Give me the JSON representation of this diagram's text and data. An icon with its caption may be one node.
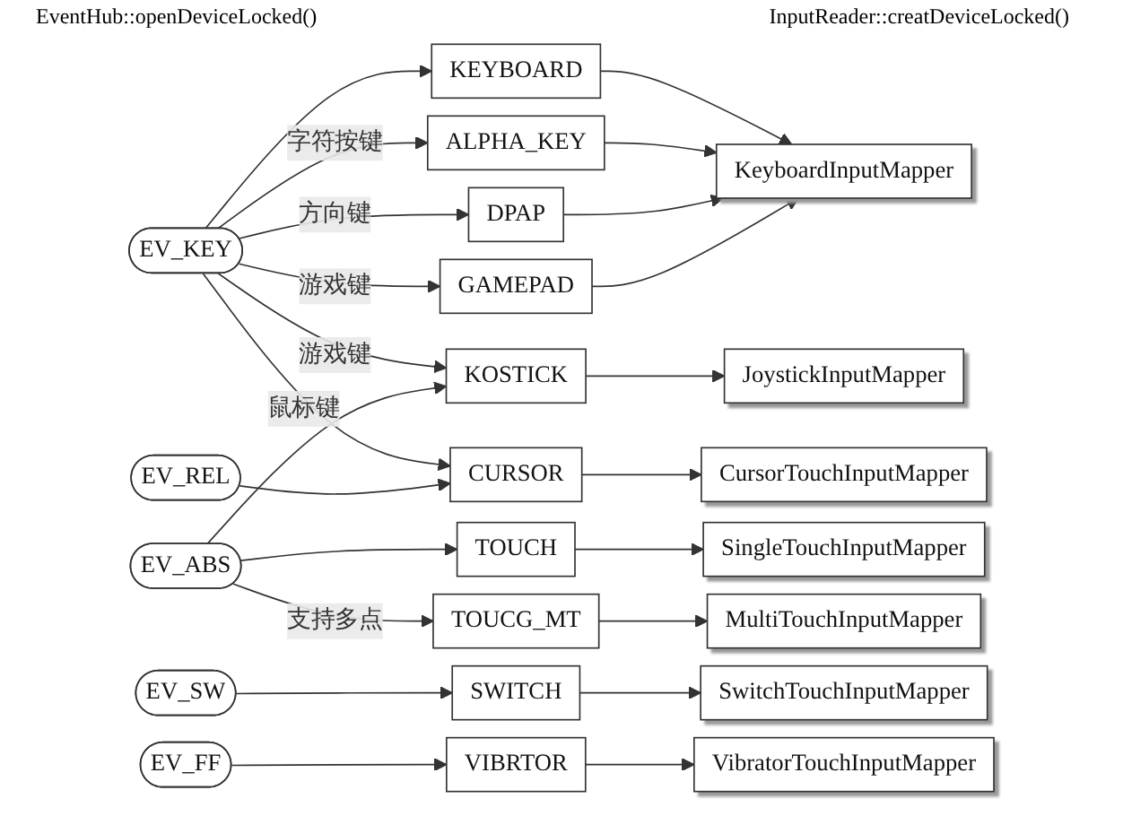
{
  "diagram": {
    "nodes": [
      {
        "text": [
          "EV_KEY"
        ]
      },
      {
        "text": [
          "EV_ABS"
        ]
      },
      {
        "text": [
          "EV_REL"
        ]
      },
      {
        "text": [
          "EV_SW"
        ]
      },
      {
        "text": [
          "EV_FF"
        ]
      },
      {
        "text": [
          "KEYBOARD"
        ]
      },
      {
        "text": [
          "ALPHA_KEY"
        ]
      },
      {
        "text": [
          "DPAP"
        ]
      },
      {
        "text": [
          "GAMEPAD"
        ]
      },
      {
        "text": [
          "KOSTICK"
        ]
      },
      {
        "text": [
          "TOUCH"
        ]
      },
      {
        "text": [
          "TOUCG_MT"
        ]
      },
      {
        "text": [
          "CURSOR"
        ]
      },
      {
        "text": [
          "SWITCH"
        ]
      },
      {
        "text": [
          "VIBRTOR"
        ]
      },
      {
        "text": [
          "KeyboardInputMapper"
        ]
      },
      {
        "text": [
          "JoystickInputMapper"
        ]
      },
      {
        "text": [
          "SingleTouchInputMapper"
        ]
      },
      {
        "text": [
          "MultiTouchInputMapper"
        ]
      },
      {
        "text": [
          "CursorTouchInputMapper"
        ]
      },
      {
        "text": [
          "SwitchTouchInputMapper"
        ]
      },
      {
        "text": [
          "VibratorTouchInputMapper"
        ]
      }
    ],
    "edges": [
      {
        "from": 0,
        "to": 5,
        "arrow": "to"
      },
      {
        "from": 0,
        "to": 6,
        "arrow": "to",
        "label": "字符按键"
      },
      {
        "from": 0,
        "to": 7,
        "arrow": "to",
        "label": "方向键"
      },
      {
        "from": 0,
        "to": 8,
        "arrow": "to",
        "label": "游戏键"
      },
      {
        "from": 0,
        "to": 9,
        "arrow": "to",
        "label": "游戏键"
      },
      {
        "from": 0,
        "to": 12,
        "arrow": "to",
        "label": "鼠标键"
      },
      {
        "from": 1,
        "to": 9,
        "arrow": "to"
      },
      {
        "from": 1,
        "to": 10,
        "arrow": "to"
      },
      {
        "from": 1,
        "to": 11,
        "arrow": "to",
        "label": "支持多点"
      },
      {
        "from": 2,
        "to": 12,
        "arrow": "to"
      },
      {
        "from": 3,
        "to": 13,
        "arrow": "to"
      },
      {
        "from": 4,
        "to": 14,
        "arrow": "to"
      },
      {
        "from": 5,
        "to": 15,
        "arrow": "to"
      },
      {
        "from": 6,
        "to": 15,
        "arrow": "to"
      },
      {
        "from": 7,
        "to": 15,
        "arrow": "to"
      },
      {
        "from": 8,
        "to": 15,
        "arrow": "to"
      },
      {
        "from": 9,
        "to": 16,
        "arrow": "to"
      },
      {
        "from": 10,
        "to": 17,
        "arrow": "to"
      },
      {
        "from": 11,
        "to": 18,
        "arrow": "to"
      },
      {
        "from": 12,
        "to": 19,
        "arrow": "to"
      },
      {
        "from": 13,
        "to": 20,
        "arrow": "to"
      },
      {
        "from": 14,
        "to": 21,
        "arrow": "to"
      }
    ],
    "labels": [
      "EventHub::openDeviceLocked()",
      "InputReader::creatDeviceLocked()"
    ]
  }
}
